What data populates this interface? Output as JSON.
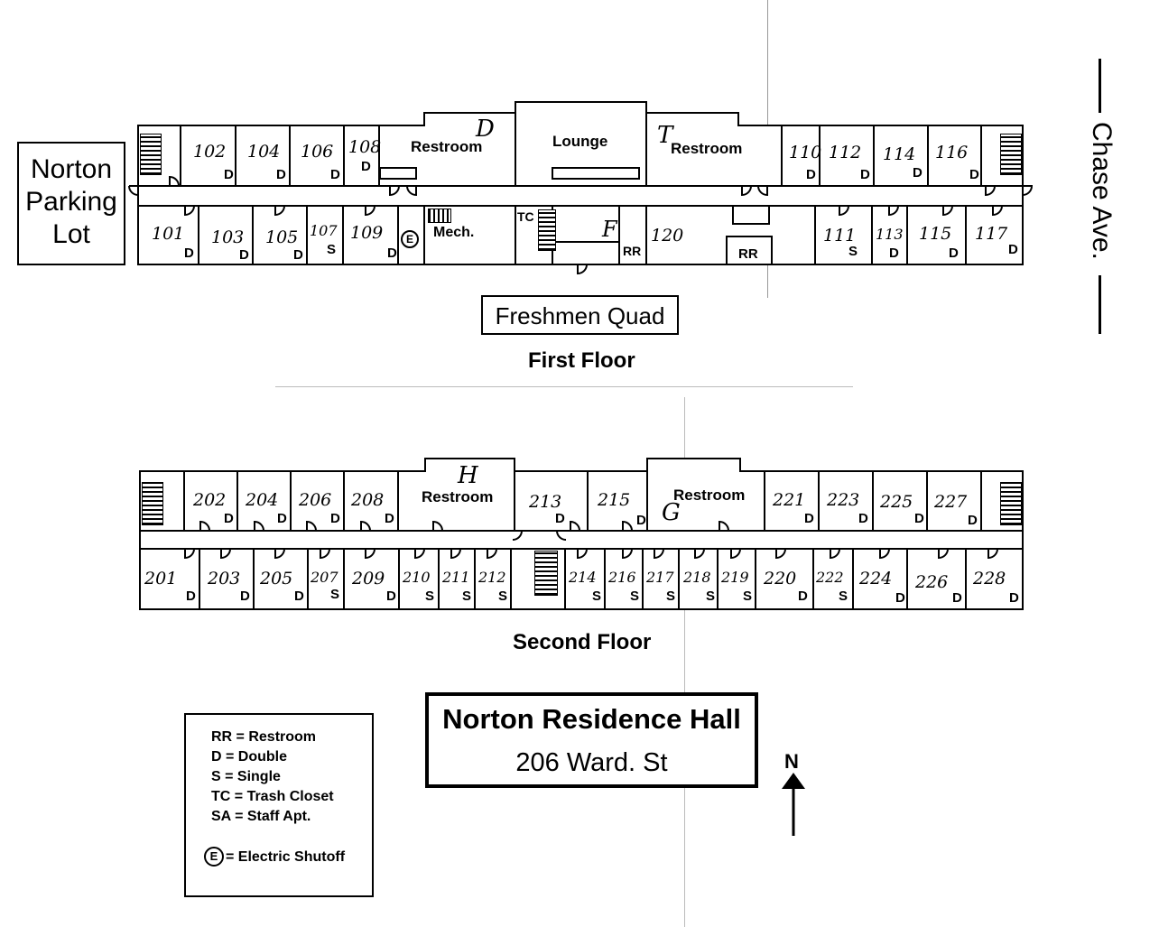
{
  "parking_lot": {
    "line1": "Norton",
    "line2": "Parking",
    "line3": "Lot"
  },
  "street": "Chase Ave.",
  "first_floor": {
    "wing_label": "Freshmen Quad",
    "floor_label": "First Floor",
    "spaces": {
      "restroom_left": "Restroom",
      "lounge": "Lounge",
      "restroom_right": "Restroom",
      "mech": "Mech.",
      "tc": "TC",
      "rr1": "RR",
      "rr2": "RR",
      "e_mark": "E"
    },
    "handwritten": {
      "d": "D",
      "t": "T",
      "f": "F"
    },
    "rooms_north": [
      {
        "num": "102",
        "type": "D"
      },
      {
        "num": "104",
        "type": "D"
      },
      {
        "num": "106",
        "type": "D"
      },
      {
        "num": "108",
        "type": "D"
      },
      {
        "num": "110",
        "type": "D"
      },
      {
        "num": "112",
        "type": "D"
      },
      {
        "num": "114",
        "type": "D"
      },
      {
        "num": "116",
        "type": "D"
      }
    ],
    "rooms_south": [
      {
        "num": "101",
        "type": "D"
      },
      {
        "num": "103",
        "type": "D"
      },
      {
        "num": "105",
        "type": "D"
      },
      {
        "num": "107",
        "type": "S"
      },
      {
        "num": "109",
        "type": "D"
      },
      {
        "num": "120",
        "type": ""
      },
      {
        "num": "111",
        "type": "S"
      },
      {
        "num": "113",
        "type": "D"
      },
      {
        "num": "115",
        "type": "D"
      },
      {
        "num": "117",
        "type": "D"
      }
    ]
  },
  "second_floor": {
    "floor_label": "Second Floor",
    "spaces": {
      "restroom_left": "Restroom",
      "restroom_right": "Restroom"
    },
    "handwritten": {
      "h": "H",
      "g": "G"
    },
    "rooms_north": [
      {
        "num": "202",
        "type": "D"
      },
      {
        "num": "204",
        "type": "D"
      },
      {
        "num": "206",
        "type": "D"
      },
      {
        "num": "208",
        "type": "D"
      },
      {
        "num": "213",
        "type": "D"
      },
      {
        "num": "215",
        "type": "D"
      },
      {
        "num": "221",
        "type": "D"
      },
      {
        "num": "223",
        "type": "D"
      },
      {
        "num": "225",
        "type": "D"
      },
      {
        "num": "227",
        "type": "D"
      }
    ],
    "rooms_south": [
      {
        "num": "201",
        "type": "D"
      },
      {
        "num": "203",
        "type": "D"
      },
      {
        "num": "205",
        "type": "D"
      },
      {
        "num": "207",
        "type": "S"
      },
      {
        "num": "209",
        "type": "D"
      },
      {
        "num": "210",
        "type": "S"
      },
      {
        "num": "211",
        "type": "S"
      },
      {
        "num": "212",
        "type": "S"
      },
      {
        "num": "214",
        "type": "S"
      },
      {
        "num": "216",
        "type": "S"
      },
      {
        "num": "217",
        "type": "S"
      },
      {
        "num": "218",
        "type": "S"
      },
      {
        "num": "219",
        "type": "S"
      },
      {
        "num": "220",
        "type": "D"
      },
      {
        "num": "222",
        "type": "S"
      },
      {
        "num": "224",
        "type": "D"
      },
      {
        "num": "226",
        "type": "D"
      },
      {
        "num": "228",
        "type": "D"
      }
    ]
  },
  "title": {
    "name": "Norton Residence Hall",
    "address": "206 Ward. St"
  },
  "north_arrow": {
    "label": "N"
  },
  "legend": [
    {
      "text": "RR = Restroom"
    },
    {
      "text": "D = Double"
    },
    {
      "text": "S = Single"
    },
    {
      "text": "TC = Trash Closet"
    },
    {
      "text": "SA = Staff Apt."
    },
    {
      "text": "= Electric Shutoff",
      "symbol": "E"
    }
  ]
}
